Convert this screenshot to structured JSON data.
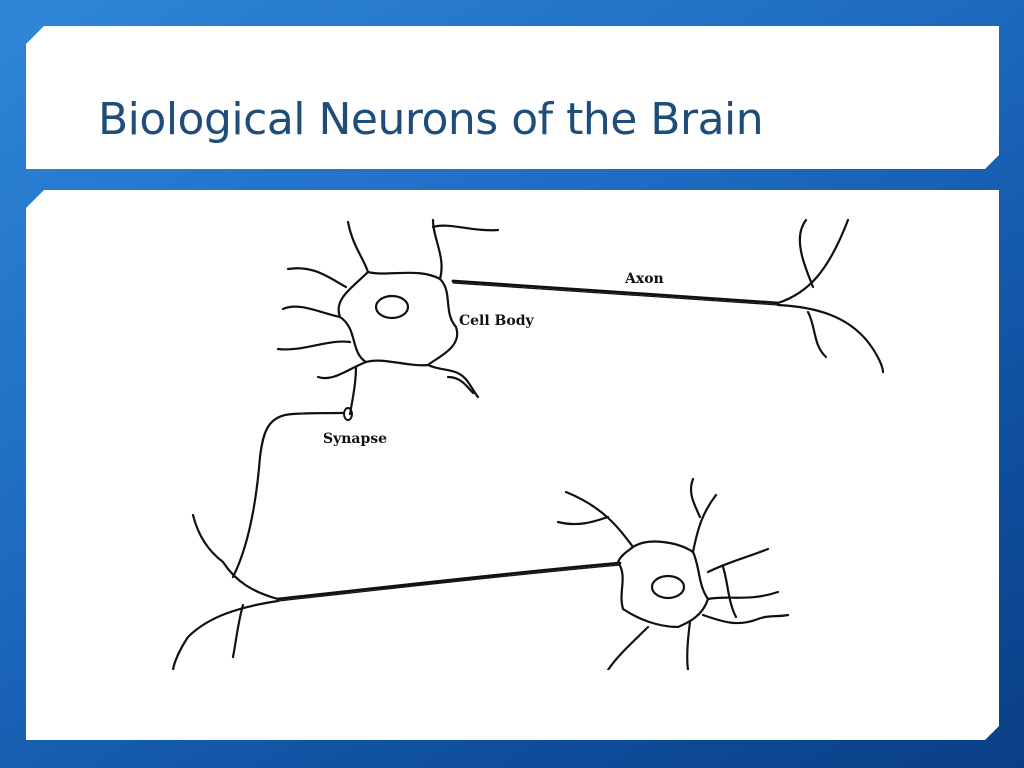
{
  "slide": {
    "title": "Biological Neurons of the Brain"
  },
  "diagram": {
    "labels": {
      "axon": "Axon",
      "cell_body": "Cell Body",
      "synapse": "Synapse"
    }
  }
}
